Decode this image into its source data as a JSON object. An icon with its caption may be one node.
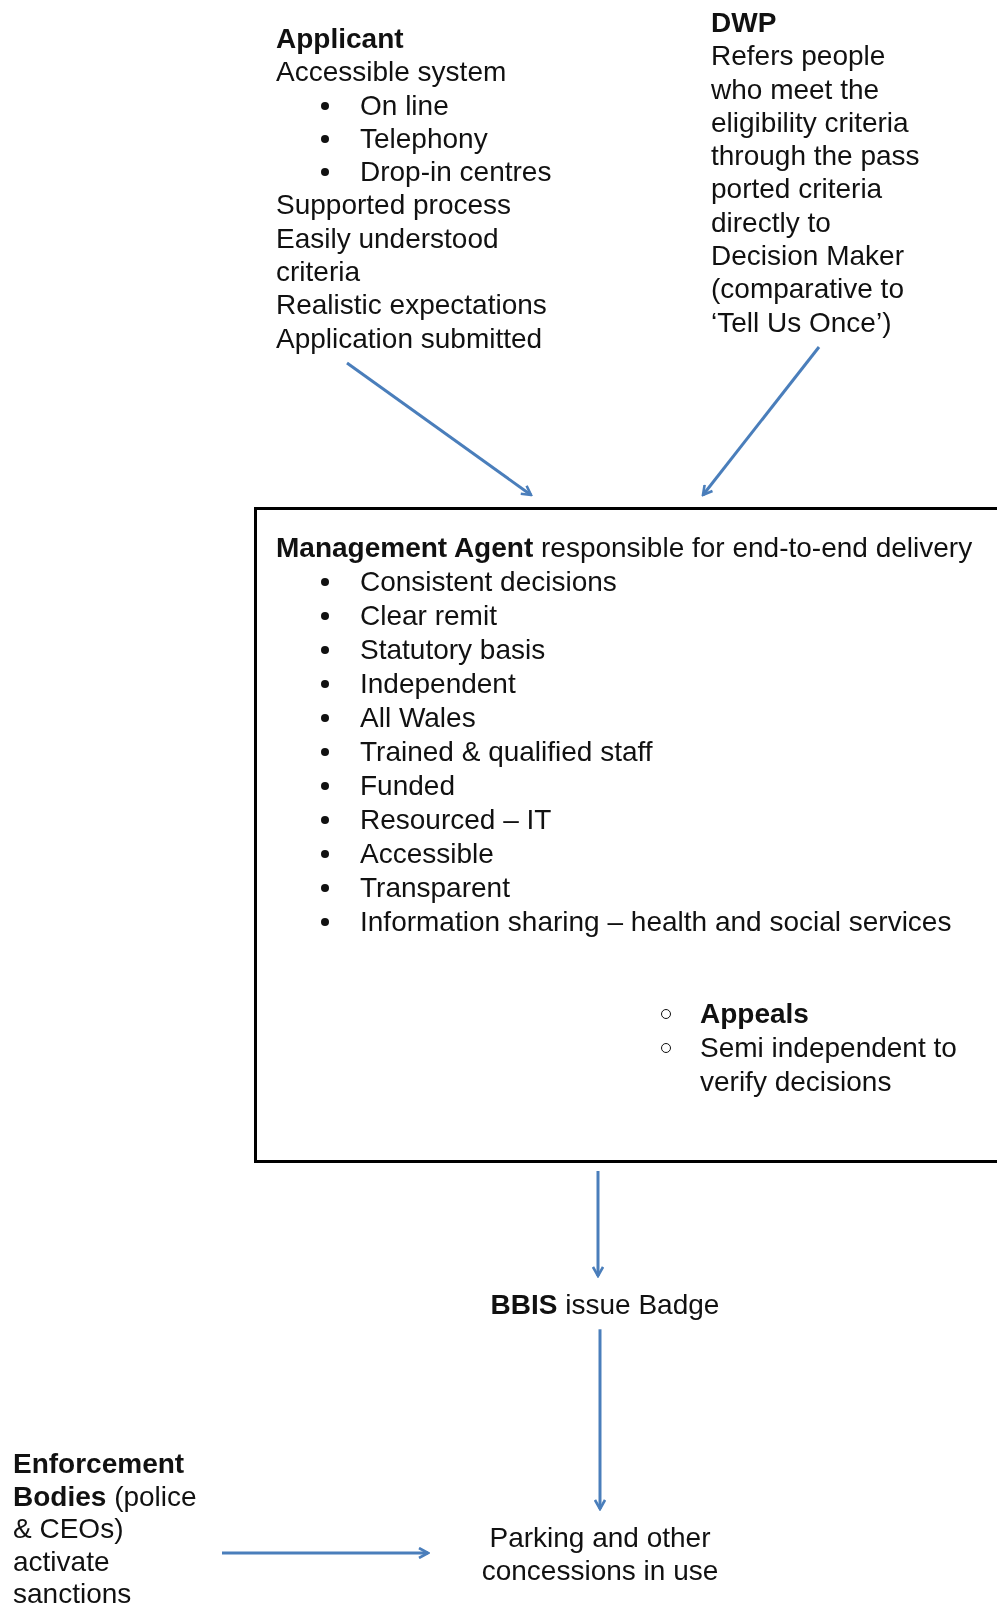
{
  "diagram": {
    "nodes": [
      {
        "text": [
          "Applicant",
          "Accessible system",
          "On line",
          "Telephony",
          "Drop-in centres",
          "Supported process",
          "Easily understood criteria",
          "Realistic expectations",
          "Application submitted"
        ]
      },
      {
        "text": [
          "DWP",
          "Refers people who meet the eligibility criteria through the pass ported criteria directly to Decision Maker (comparative to ‘Tell Us Once’)"
        ]
      },
      {
        "text": [
          "**Management Agent** responsible for end-to-end delivery",
          "Consistent decisions",
          "Clear remit",
          "Statutory basis",
          "Independent",
          "All Wales",
          "Trained & qualified staff",
          "Funded",
          "Resourced – IT",
          "Accessible",
          "Transparent",
          "Information sharing – health and social services",
          "Appeals",
          "Semi independent to verify decisions"
        ]
      },
      {
        "text": [
          "**BBIS** issue Badge"
        ]
      },
      {
        "text": [
          "Parking and other concessions in use"
        ]
      },
      {
        "text": [
          "**Enforcement Bodies** (police & CEOs) activate sanctions"
        ]
      }
    ],
    "edges": [
      {
        "from": 0,
        "to": 2,
        "arrow": "to"
      },
      {
        "from": 1,
        "to": 2,
        "arrow": "to"
      },
      {
        "from": 2,
        "to": 3,
        "arrow": "to"
      },
      {
        "from": 3,
        "to": 4,
        "arrow": "to"
      },
      {
        "from": 5,
        "to": 4,
        "arrow": "to"
      }
    ]
  }
}
